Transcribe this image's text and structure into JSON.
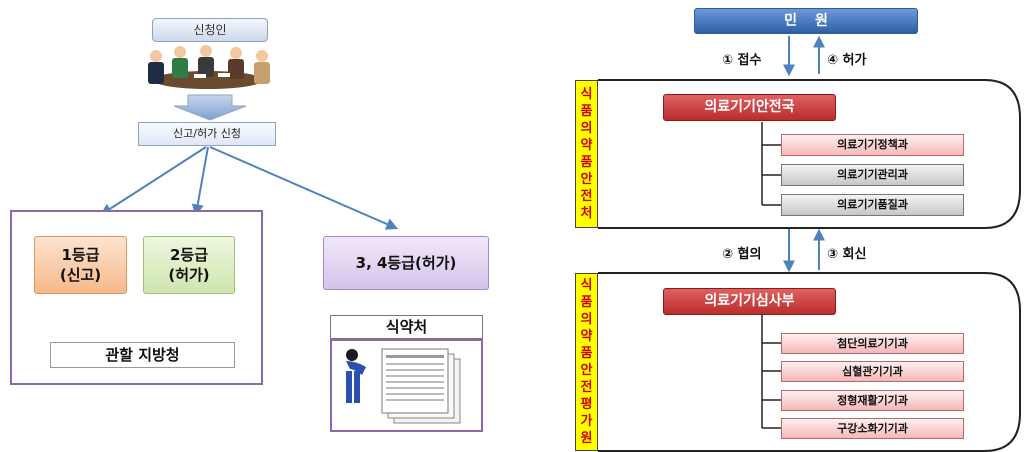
{
  "left": {
    "applicant": "신청인",
    "request": "신고/허가 신청",
    "grade1": [
      "1등급",
      "(신고)"
    ],
    "grade2": [
      "2등급",
      "(허가)"
    ],
    "regional_office": "관할 지방청",
    "grade34": "3, 4등급(허가)",
    "mfds": "식약처"
  },
  "right": {
    "civil_petition": "민원",
    "step1": "① 접수",
    "step4": "④ 허가",
    "step2": "② 협의",
    "step3": "③ 회신",
    "org1_vertical": "식품의약품안전처",
    "org1_dept": "의료기기안전국",
    "org1_subs": [
      {
        "label": "의료기기정책과",
        "style": "pink"
      },
      {
        "label": "의료기기관리과",
        "style": "gray"
      },
      {
        "label": "의료기기품질과",
        "style": "gray"
      }
    ],
    "org2_vertical": "식품의약품안전평가원",
    "org2_dept": "의료기기심사부",
    "org2_subs": [
      {
        "label": "첨단의료기기과",
        "style": "pink"
      },
      {
        "label": "심혈관기기과",
        "style": "pink"
      },
      {
        "label": "정형재활기기과",
        "style": "pink"
      },
      {
        "label": "구강소화기기과",
        "style": "pink"
      }
    ]
  },
  "colors": {
    "arrow_blue": "#4f81bd",
    "frame_purple": "#8a6aa8",
    "vertical_bg": "#ffff00",
    "vertical_text": "#d40000",
    "dept_red": "#c0504d"
  }
}
